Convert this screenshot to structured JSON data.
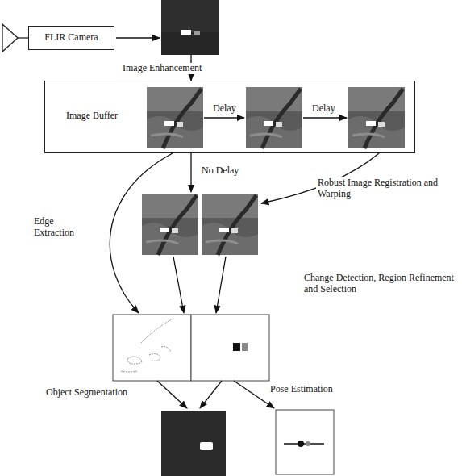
{
  "diagram": {
    "nodes": [
      {
        "text": [
          "FLIR Camera"
        ]
      },
      {
        "text": [
          "Image Buffer"
        ]
      }
    ],
    "labels": [
      "Image Enhancement",
      "Delay",
      "Delay",
      "No Delay",
      "Robust Image Registration and Warping",
      "Edge Extraction",
      "Change Detection, Region Refinement and Selection",
      "Object Segmentation",
      "Pose Estimation"
    ]
  }
}
